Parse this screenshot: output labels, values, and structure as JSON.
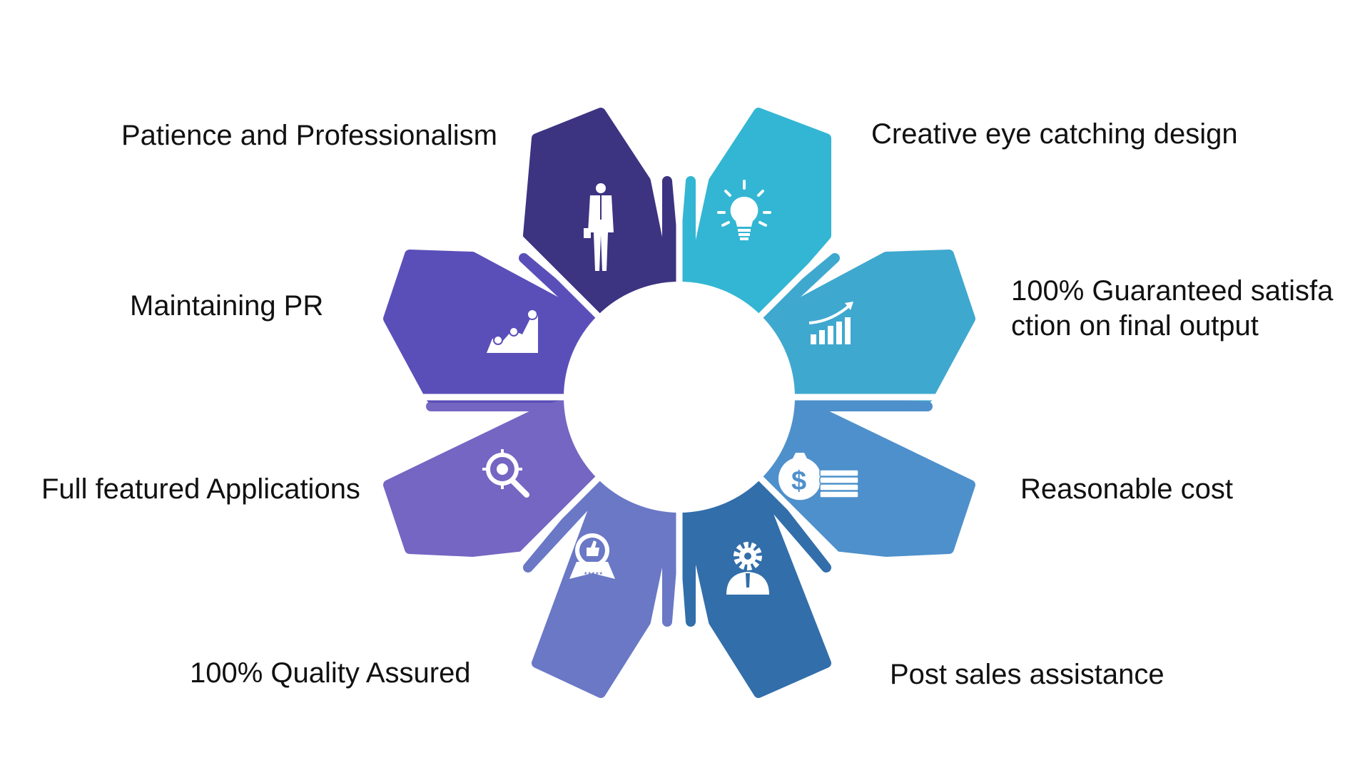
{
  "segments": [
    {
      "id": "patience",
      "label_lines": [
        "Patience and Professionalism"
      ],
      "color": "#3c3481",
      "icon": "businessman-icon"
    },
    {
      "id": "creative",
      "label_lines": [
        "Creative eye catching design"
      ],
      "color": "#33b6d3",
      "icon": "lightbulb-icon"
    },
    {
      "id": "guaranteed",
      "label_lines": [
        "100% Guaranteed satisfa",
        "ction on final output"
      ],
      "color": "#3fa8cf",
      "icon": "growth-chart-icon"
    },
    {
      "id": "reasonable",
      "label_lines": [
        "Reasonable cost"
      ],
      "color": "#4e90cb",
      "icon": "money-bag-icon"
    },
    {
      "id": "postsales",
      "label_lines": [
        "Post sales assistance"
      ],
      "color": "#326eaa",
      "icon": "support-agent-icon"
    },
    {
      "id": "quality",
      "label_lines": [
        "100% Quality Assured"
      ],
      "color": "#6a78c6",
      "icon": "quality-badge-icon"
    },
    {
      "id": "fullfeatured",
      "label_lines": [
        "Full featured Applications"
      ],
      "color": "#7466c2",
      "icon": "target-search-icon"
    },
    {
      "id": "maintaining",
      "label_lines": [
        "Maintaining PR"
      ],
      "color": "#5a4fb9",
      "icon": "mountain-path-icon"
    }
  ]
}
